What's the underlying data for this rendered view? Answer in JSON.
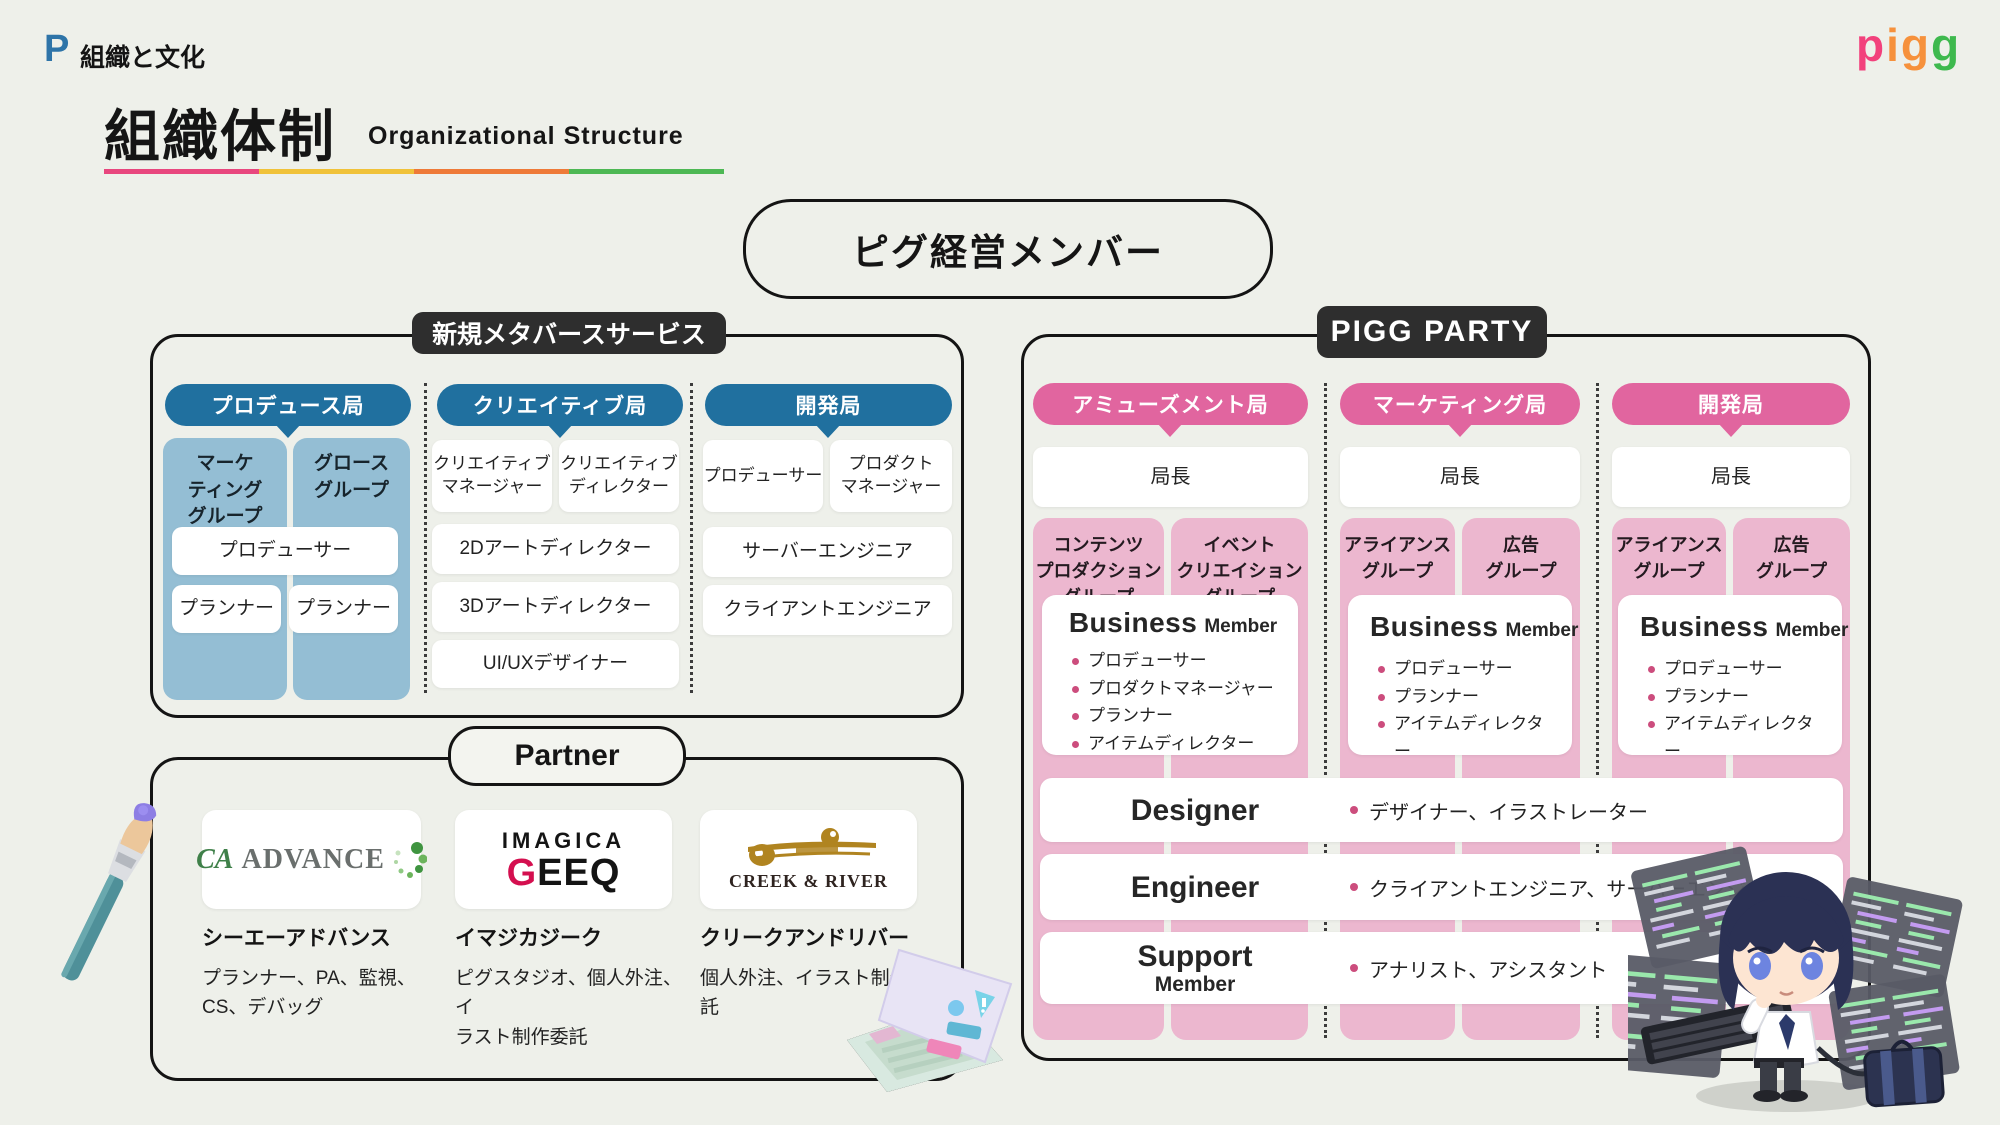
{
  "header": {
    "app_icon": "P",
    "app_label": "組織と文化",
    "brand": [
      "p",
      "i",
      "g",
      "g"
    ],
    "title": "組織体制",
    "subtitle": "Organizational Structure"
  },
  "management": {
    "label": "ピグ経営メンバー"
  },
  "metaverse": {
    "tag": "新規メタバースサービス",
    "produce": {
      "pill": "プロデュース局",
      "group_a": "マーケ\nティング\nグループ",
      "group_b": "グロース\nグループ",
      "role_wide": "プロデューサー",
      "role_a": "プランナー",
      "role_b": "プランナー"
    },
    "creative": {
      "pill": "クリエイティブ局",
      "role_a": "クリエイティブ\nマネージャー",
      "role_b": "クリエイティブ\nディレクター",
      "role_1": "2Dアートディレクター",
      "role_2": "3Dアートディレクター",
      "role_3": "UI/UXデザイナー"
    },
    "dev": {
      "pill": "開発局",
      "role_a": "プロデューサー",
      "role_b": "プロダクト\nマネージャー",
      "role_1": "サーバーエンジニア",
      "role_2": "クライアントエンジニア"
    }
  },
  "partner": {
    "tag": "Partner",
    "items": [
      {
        "logo_ca": "CA",
        "logo_advance": "ADVANCE",
        "name": "シーエーアドバンス",
        "desc": "プランナー、PA、監視、\nCS、デバッグ"
      },
      {
        "logo_line1": "IMAGICA",
        "logo_g": "G",
        "logo_eeq": "EEQ",
        "name": "イマジカジーク",
        "desc": "ピグスタジオ、個人外注、イ\nラスト制作委託"
      },
      {
        "logo_text": "CREEK & RIVER",
        "name": "クリークアンドリバー",
        "desc": "個人外注、イラスト制作委託"
      }
    ]
  },
  "pigg_party": {
    "tag": "PIGG PARTY",
    "columns": [
      {
        "pill": "アミューズメント局",
        "head": "局長",
        "group_a": "コンテンツ\nプロダクション\nグループ",
        "group_b": "イベント\nクリエイション\nグループ",
        "member_title": "Business",
        "member_suffix": "Member",
        "roles": [
          "プロデューサー",
          "プロダクトマネージャー",
          "プランナー",
          "アイテムディレクター"
        ]
      },
      {
        "pill": "マーケティング局",
        "head": "局長",
        "group_a": "アライアンス\nグループ",
        "group_b": "広告\nグループ",
        "member_title": "Business",
        "member_suffix": "Member",
        "roles": [
          "プロデューサー",
          "プランナー",
          "アイテムディレクター"
        ]
      },
      {
        "pill": "開発局",
        "head": "局長",
        "group_a": "アライアンス\nグループ",
        "group_b": "広告\nグループ",
        "member_title": "Business",
        "member_suffix": "Member",
        "roles": [
          "プロデューサー",
          "プランナー",
          "アイテムディレクター"
        ]
      }
    ],
    "rows": [
      {
        "title": "Designer",
        "desc": "デザイナー、イラストレーター"
      },
      {
        "title": "Engineer",
        "desc": "クライアントエンジニア、サーバーエンジニア"
      },
      {
        "title": "Support",
        "title_sub": "Member",
        "desc": "アナリスト、アシスタント"
      }
    ]
  },
  "colors": {
    "background": "#eef0ea",
    "blue_pill": "#20709f",
    "blue_group": "#94bed4",
    "pink_pill": "#e1659f",
    "pink_group": "#ecb7cf",
    "tag_black": "#2e2e2e",
    "bullet_pink": "#cc4d7d",
    "underline": [
      "#e8477e",
      "#f0c23a",
      "#ee7a38",
      "#4db854"
    ],
    "brand_letters": [
      "#f2417c",
      "#f6913c",
      "#f6913c",
      "#3eb94e"
    ]
  }
}
